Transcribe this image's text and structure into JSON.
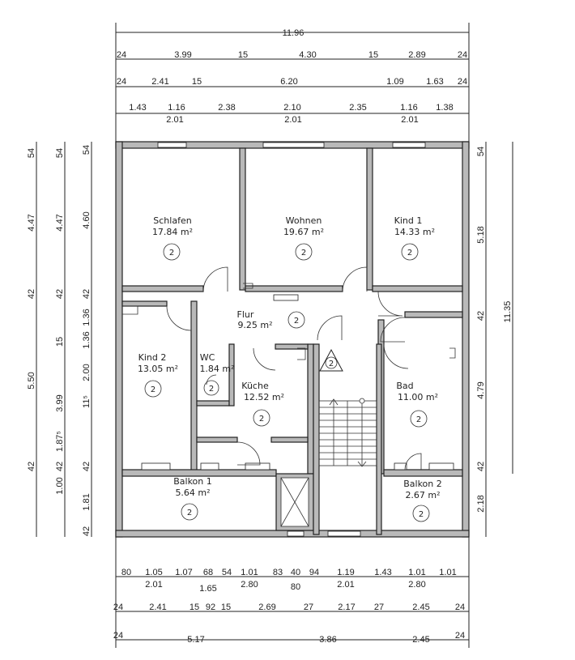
{
  "rooms": [
    {
      "name": "Schlafen",
      "area": "17.84 m²",
      "badge": "2"
    },
    {
      "name": "Wohnen",
      "area": "19.67 m²",
      "badge": "2"
    },
    {
      "name": "Kind 1",
      "area": "14.33 m²",
      "badge": "2"
    },
    {
      "name": "Flur",
      "area": "9.25 m²",
      "badge": "2"
    },
    {
      "name": "Kind 2",
      "area": "13.05 m²",
      "badge": "2"
    },
    {
      "name": "WC",
      "area": "1.84 m²",
      "badge": "2"
    },
    {
      "name": "Küche",
      "area": "12.52 m²",
      "badge": "2"
    },
    {
      "name": "Bad",
      "area": "11.00 m²",
      "badge": "2"
    },
    {
      "name": "Balkon 1",
      "area": "5.64 m²",
      "badge": "2"
    },
    {
      "name": "Balkon 2",
      "area": "2.67 m²",
      "badge": "2"
    }
  ],
  "stair_badge": "2",
  "dims": {
    "top1": [
      "11.96"
    ],
    "top2": [
      "24",
      "3.99",
      "15",
      "4.30",
      "15",
      "2.89",
      "24"
    ],
    "top3": [
      "24",
      "2.41",
      "15",
      "6.20",
      "1.09",
      "1.63",
      "24"
    ],
    "top4": [
      "1.43",
      "1.16",
      "2.38",
      "2.10",
      "2.35",
      "1.16",
      "1.38"
    ],
    "top4b": [
      "2.01",
      "2.01",
      "2.01"
    ],
    "bot1": [
      "80",
      "1.05",
      "1.07",
      "68",
      "54",
      "1.01",
      "83",
      "40",
      "94",
      "1.19",
      "1.43",
      "1.01",
      "1.01"
    ],
    "bot1b": [
      "2.01",
      "1.65",
      "2.80",
      "80",
      "2.01",
      "2.80"
    ],
    "bot2": [
      "24",
      "2.41",
      "15",
      "92",
      "15",
      "2.69",
      "27",
      "2.17",
      "27",
      "2.45",
      "24"
    ],
    "bot3": [
      "24",
      "5.17",
      "3.86",
      "2.45",
      "24"
    ],
    "left1": [
      "54",
      "4.47",
      "42",
      "5.50",
      "42"
    ],
    "left2": [
      "54",
      "4.47",
      "42",
      "15",
      "3.99",
      "1.87⁵",
      "42",
      "1.00",
      "1.81",
      "42"
    ],
    "left3": [
      "54",
      "4.60",
      "42",
      "1.36",
      "1.36",
      "2.00",
      "11⁵",
      "42"
    ],
    "right1": [
      "54",
      "5.18",
      "42",
      "4.79",
      "42",
      "2.18"
    ],
    "right2": [
      "11.35"
    ]
  }
}
